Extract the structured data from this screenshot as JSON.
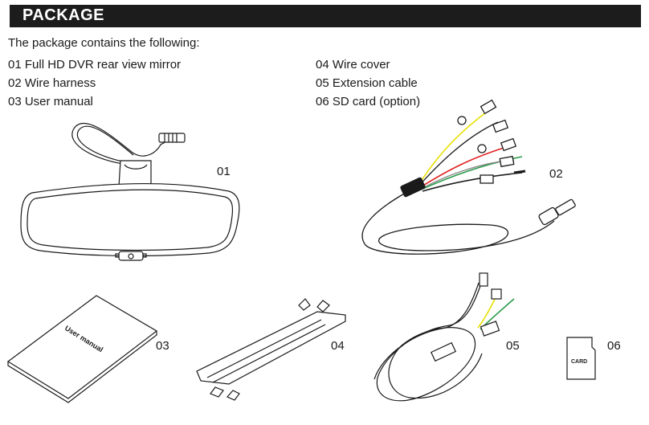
{
  "header": {
    "title": "PACKAGE"
  },
  "intro": "The package contains the following:",
  "items_left": [
    "01 Full HD DVR rear view mirror",
    "02 Wire harness",
    "03 User manual"
  ],
  "items_right": [
    "04 Wire cover",
    "05 Extension cable",
    "06 SD card (option)"
  ],
  "figure_numbers": {
    "mirror": "01",
    "harness": "02",
    "manual": "03",
    "cover": "04",
    "cable": "05",
    "sdcard": "06"
  },
  "manual_cover_text": "User manual",
  "sdcard_text": "CARD",
  "colors": {
    "header_bg": "#1c1c1c",
    "wire_yellow": "#e8e000",
    "wire_red": "#e02020",
    "wire_green": "#2a9a4a",
    "wire_black": "#1a1a1a"
  }
}
